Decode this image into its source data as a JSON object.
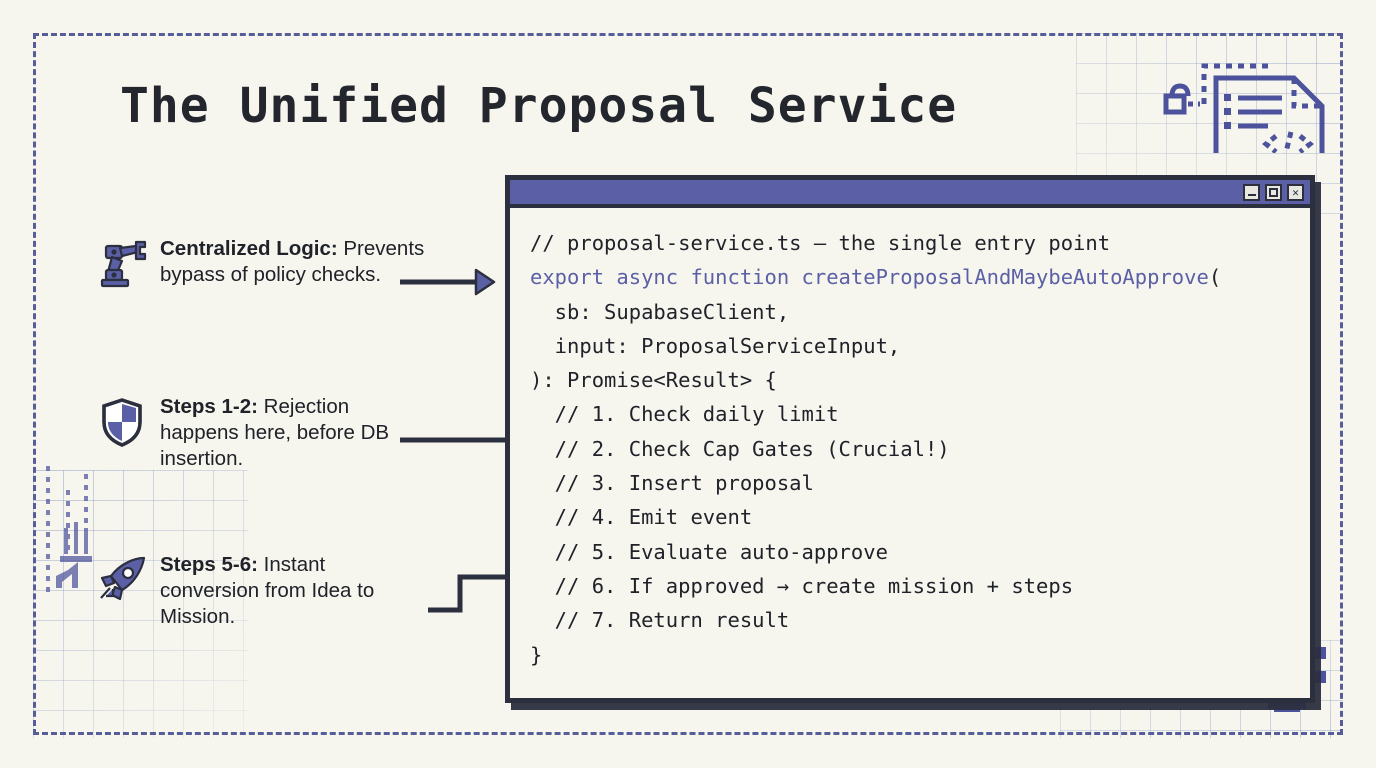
{
  "page": {
    "title": "The Unified Proposal Service",
    "background_color": "#f7f6ee",
    "accent_color": "#5b60a6",
    "ink_color": "#2b2f3e"
  },
  "decor": {
    "doc_icon": "document-code-icon",
    "tower_icon": "launch-tower-icon",
    "gear_icon": "gear-icon",
    "bolt_icon": "bolt-icon",
    "frame": "dashed-border"
  },
  "annotations": [
    {
      "icon": "robot-arm-icon",
      "lead": "Centralized Logic:",
      "body": " Prevents bypass of policy checks.",
      "connector": "straight-arrow"
    },
    {
      "icon": "shield-icon",
      "lead": "Steps 1-2:",
      "body": " Rejection happens here, before DB insertion.",
      "connector": "straight-arrow"
    },
    {
      "icon": "rocket-icon",
      "lead": "Steps 5-6:",
      "body": " Instant conversion from Idea to Mission.",
      "connector": "elbow-arrow"
    }
  ],
  "window": {
    "controls": [
      {
        "name": "minimize",
        "glyph": ""
      },
      {
        "name": "maximize",
        "glyph": ""
      },
      {
        "name": "close",
        "glyph": "✕"
      }
    ],
    "code_lines": [
      {
        "text": "// proposal-service.ts — the single entry point",
        "kind": "comment"
      },
      {
        "text": "export async function createProposalAndMaybeAutoApprove(",
        "kind": "signature"
      },
      {
        "text": "  sb: SupabaseClient,",
        "kind": "plain"
      },
      {
        "text": "  input: ProposalServiceInput,",
        "kind": "plain"
      },
      {
        "text": "): Promise<Result> {",
        "kind": "plain"
      },
      {
        "text": "  // 1. Check daily limit",
        "kind": "plain"
      },
      {
        "text": "  // 2. Check Cap Gates (Crucial!)",
        "kind": "plain"
      },
      {
        "text": "  // 3. Insert proposal",
        "kind": "plain"
      },
      {
        "text": "  // 4. Emit event",
        "kind": "plain"
      },
      {
        "text": "  // 5. Evaluate auto-approve",
        "kind": "plain"
      },
      {
        "text": "  // 6. If approved → create mission + steps",
        "kind": "plain"
      },
      {
        "text": "  // 7. Return result",
        "kind": "plain"
      },
      {
        "text": "}",
        "kind": "plain"
      }
    ],
    "signature_parts": {
      "keywords": "export async function ",
      "name": "createProposalAndMaybeAutoApprove",
      "tail": "("
    }
  }
}
